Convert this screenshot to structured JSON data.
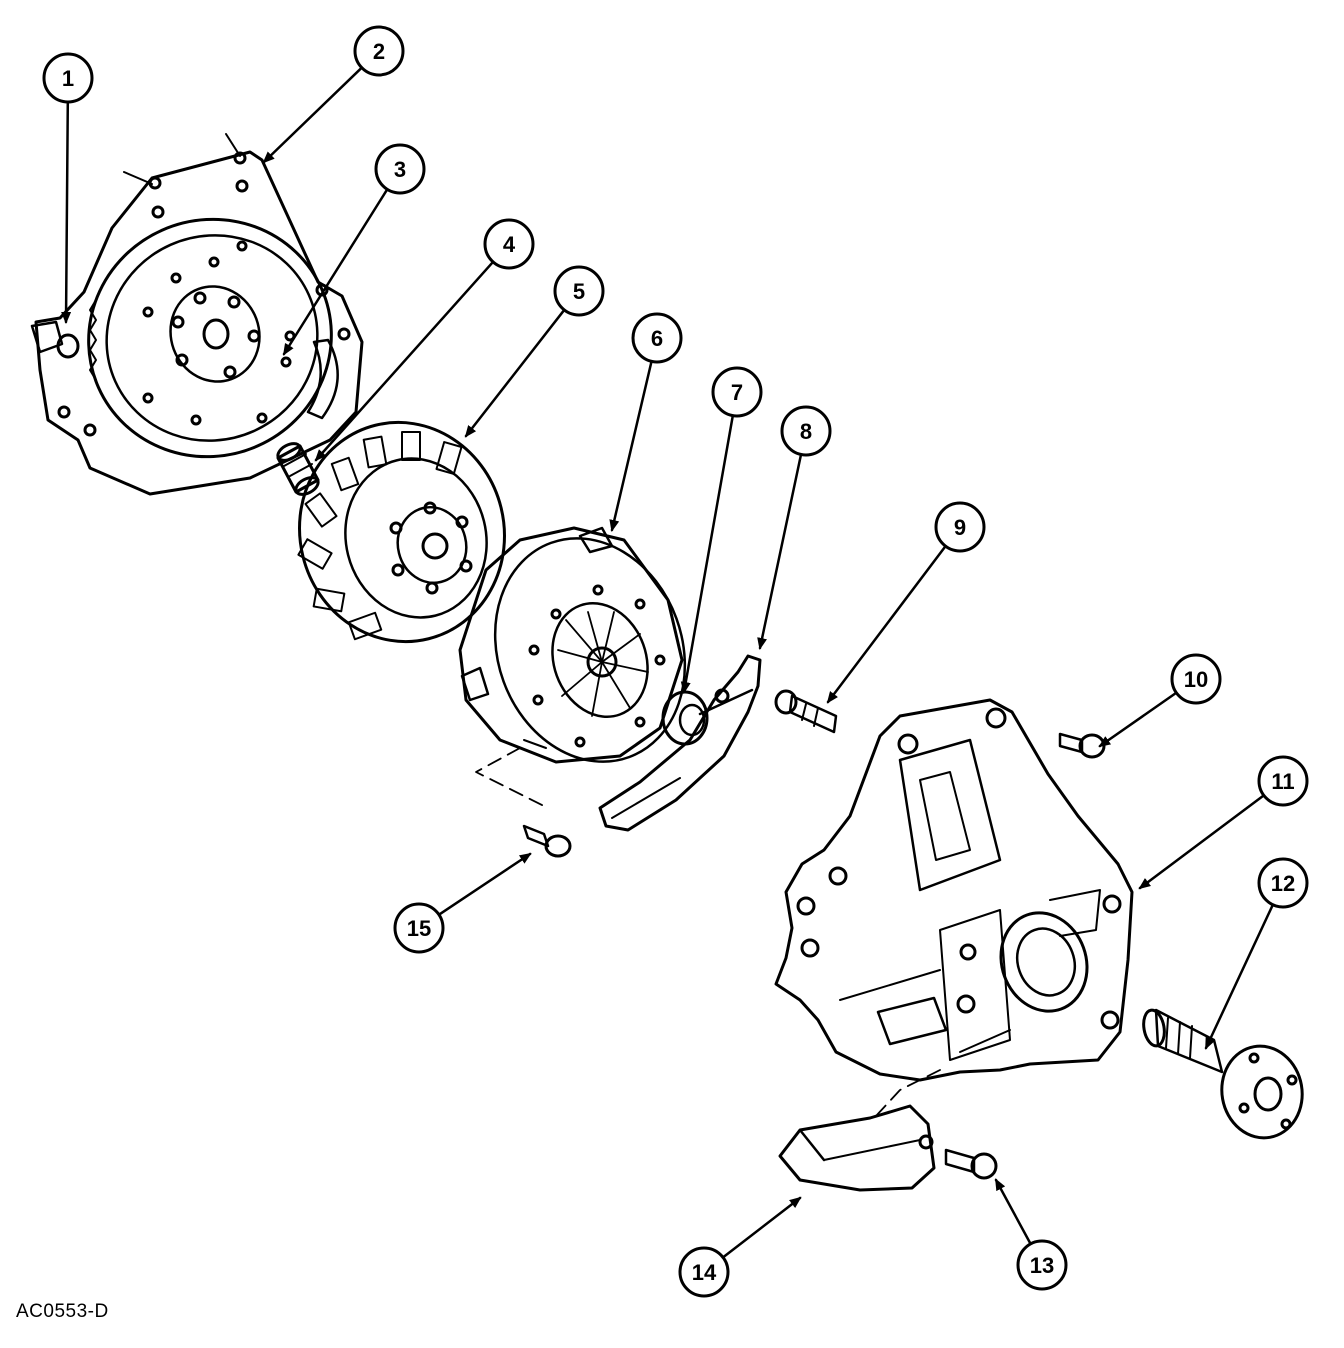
{
  "figure_id": "AC0553-D",
  "colors": {
    "ink": "#000000",
    "paper": "#ffffff"
  },
  "callouts": [
    {
      "number": "1"
    },
    {
      "number": "2"
    },
    {
      "number": "3"
    },
    {
      "number": "4"
    },
    {
      "number": "5"
    },
    {
      "number": "6"
    },
    {
      "number": "7"
    },
    {
      "number": "8"
    },
    {
      "number": "9"
    },
    {
      "number": "10"
    },
    {
      "number": "11"
    },
    {
      "number": "12"
    },
    {
      "number": "13"
    },
    {
      "number": "14"
    },
    {
      "number": "15"
    }
  ]
}
